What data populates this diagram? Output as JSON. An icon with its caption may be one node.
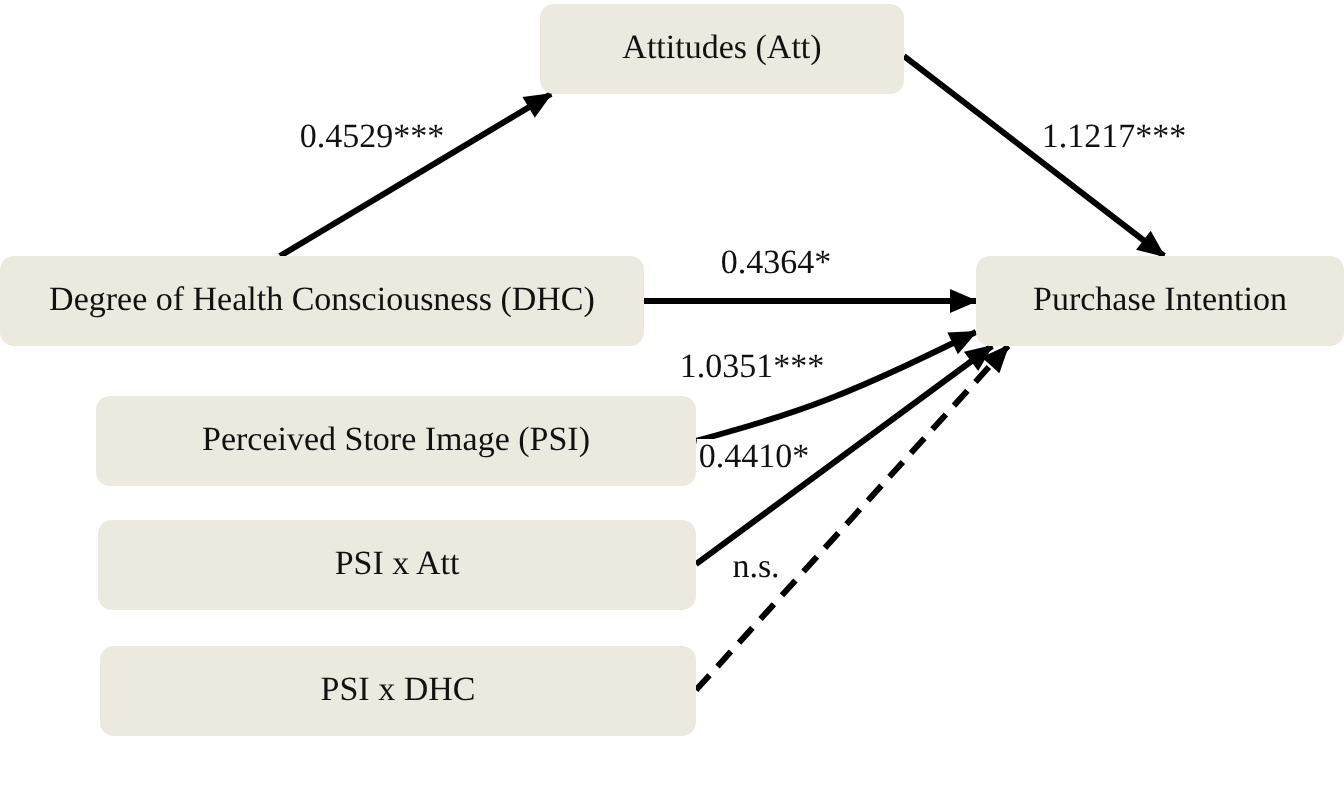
{
  "diagram": {
    "nodes": [
      {
        "text": [
          "Attitudes (Att)"
        ]
      },
      {
        "text": [
          "Degree of Health Consciousness (DHC)"
        ]
      },
      {
        "text": [
          "Purchase Intention"
        ]
      },
      {
        "text": [
          "Perceived Store Image (PSI)"
        ]
      },
      {
        "text": [
          "PSI x Att"
        ]
      },
      {
        "text": [
          "PSI x DHC"
        ]
      }
    ],
    "edges": [
      {
        "from": 1,
        "to": 0,
        "arrow": "to",
        "label": "0.4529***"
      },
      {
        "from": 0,
        "to": 2,
        "arrow": "to",
        "label": "1.1217***"
      },
      {
        "from": 1,
        "to": 2,
        "arrow": "to",
        "label": "0.4364*"
      },
      {
        "from": 3,
        "to": 2,
        "arrow": "to",
        "label": "1.0351***"
      },
      {
        "from": 4,
        "to": 2,
        "arrow": "to",
        "label": "0.4410*"
      },
      {
        "from": 5,
        "to": 2,
        "arrow": "to",
        "label": "n.s.",
        "style": "dashed"
      }
    ]
  }
}
